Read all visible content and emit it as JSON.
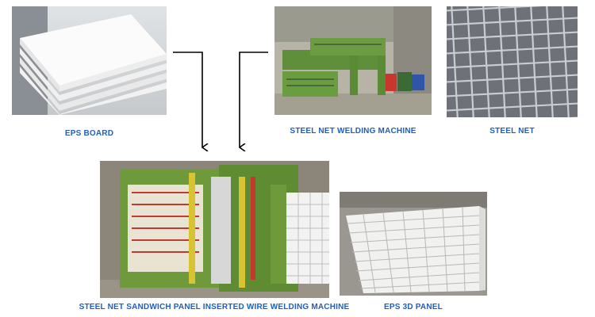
{
  "figure": {
    "labels": {
      "eps_board": "EPS BOARD",
      "welding_machine": "STEEL NET WELDING MACHINE",
      "steel_net": "STEEL NET",
      "sandwich_machine": "STEEL NET SANDWICH PANEL INSERTED WIRE WELDING MACHINE",
      "eps_3d_panel": "EPS 3D PANEL"
    },
    "colors": {
      "label_text": "#1f5fbf",
      "arrow": "#000000",
      "machine_green": "#6f9a3c",
      "foam_white": "#f3f3f3"
    }
  }
}
